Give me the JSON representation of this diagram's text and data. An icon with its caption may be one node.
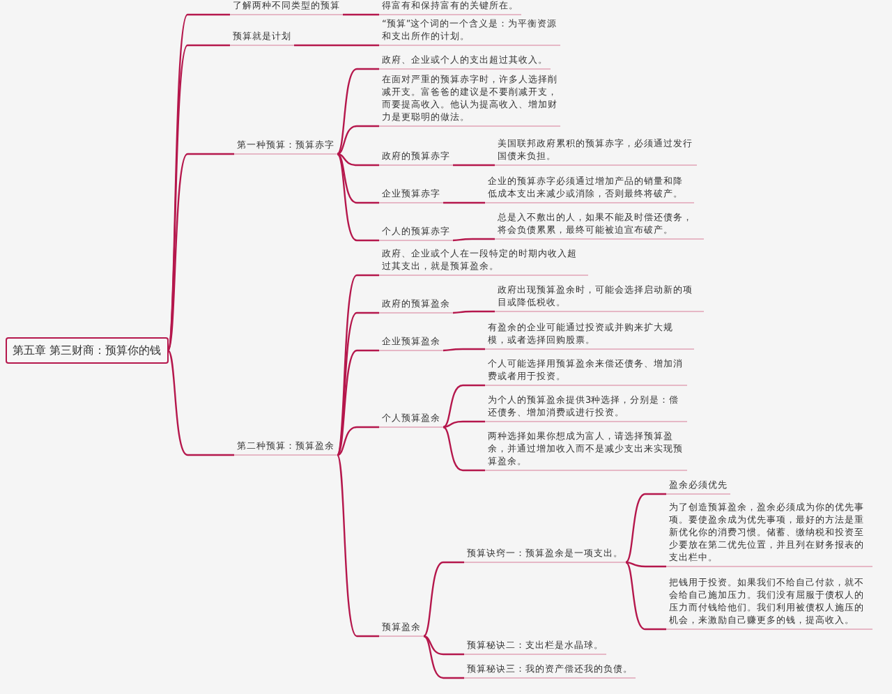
{
  "diagram": {
    "nodes": [
      {
        "text": [
          "第五章 第三财商：预算你的钱"
        ]
      },
      {
        "text": [
          "了解两种不同类型的预算"
        ]
      },
      {
        "text": [
          "得富有和保持富有的关键所在。"
        ]
      },
      {
        "text": [
          "预算就是计划"
        ]
      },
      {
        "text": [
          "“预算”这个词的一个含义是：为平衡资源和支出所作的计划。"
        ]
      },
      {
        "text": [
          "第一种预算：预算赤字"
        ]
      },
      {
        "text": [
          "政府、企业或个人的支出超过其收入。"
        ]
      },
      {
        "text": [
          "在面对严重的预算赤字时，许多人选择削减开支。富爸爸的建议是不要削减开支，而要提高收入。他认为提高收入、增加财力是更聪明的做法。"
        ]
      },
      {
        "text": [
          "政府的预算赤字"
        ]
      },
      {
        "text": [
          "美国联邦政府累积的预算赤字，必须通过发行国债来负担。"
        ]
      },
      {
        "text": [
          "企业预算赤字"
        ]
      },
      {
        "text": [
          "企业的预算赤字必须通过增加产品的销量和降低成本支出来减少或消除，否则最终将破产。"
        ]
      },
      {
        "text": [
          "个人的预算赤字"
        ]
      },
      {
        "text": [
          "总是入不敷出的人，如果不能及时偿还债务，将会负债累累，最终可能被迫宣布破产。"
        ]
      },
      {
        "text": [
          "第二种预算：预算盈余"
        ]
      },
      {
        "text": [
          "政府、企业或个人在一段特定的时期内收入超过其支出，就是预算盈余。"
        ]
      },
      {
        "text": [
          "政府的预算盈余"
        ]
      },
      {
        "text": [
          "政府出现预算盈余时，可能会选择启动新的项目或降低税收。"
        ]
      },
      {
        "text": [
          "企业预算盈余"
        ]
      },
      {
        "text": [
          "有盈余的企业可能通过投资或并购来扩大规模，或者选择回购股票。"
        ]
      },
      {
        "text": [
          "个人预算盈余"
        ]
      },
      {
        "text": [
          "个人可能选择用预算盈余来偿还债务、增加消费或者用于投资。"
        ]
      },
      {
        "text": [
          "为个人的预算盈余提供3种选择，分别是：偿还债务、增加消费或进行投资。"
        ]
      },
      {
        "text": [
          "两种选择如果你想成为富人，请选择预算盈余，并通过增加收入而不是减少支出来实现预算盈余。"
        ]
      },
      {
        "text": [
          "预算盈余"
        ]
      },
      {
        "text": [
          "预算诀窍一：预算盈余是一项支出。"
        ]
      },
      {
        "text": [
          "盈余必须优先"
        ]
      },
      {
        "text": [
          "为了创造预算盈余，盈余必须成为你的优先事项。要使盈余成为优先事项，最好的方法是重新优化你的消费习惯。储蓄、缴纳税和投资至少要放在第二优先位置，并且列在财务报表的支出栏中。"
        ]
      },
      {
        "text": [
          "把钱用于投资。如果我们不给自己付款，就不会给自己施加压力。我们没有屈服于债权人的压力而付钱给他们。我们利用被债权人施压的机会，来激励自己赚更多的钱，提高收入。"
        ]
      },
      {
        "text": [
          "预算秘诀二：支出栏是水晶球。"
        ]
      },
      {
        "text": [
          "预算秘诀三：我的资产偿还我的负债。"
        ]
      }
    ],
    "edges": [
      {
        "from": 0,
        "to": 1,
        "arrow": "none"
      },
      {
        "from": 0,
        "to": 3,
        "arrow": "none"
      },
      {
        "from": 0,
        "to": 5,
        "arrow": "none"
      },
      {
        "from": 0,
        "to": 14,
        "arrow": "none"
      },
      {
        "from": 1,
        "to": 2,
        "arrow": "none"
      },
      {
        "from": 3,
        "to": 4,
        "arrow": "none"
      },
      {
        "from": 5,
        "to": 6,
        "arrow": "none"
      },
      {
        "from": 5,
        "to": 7,
        "arrow": "none"
      },
      {
        "from": 5,
        "to": 8,
        "arrow": "none"
      },
      {
        "from": 5,
        "to": 10,
        "arrow": "none"
      },
      {
        "from": 5,
        "to": 12,
        "arrow": "none"
      },
      {
        "from": 8,
        "to": 9,
        "arrow": "none"
      },
      {
        "from": 10,
        "to": 11,
        "arrow": "none"
      },
      {
        "from": 12,
        "to": 13,
        "arrow": "none"
      },
      {
        "from": 14,
        "to": 15,
        "arrow": "none"
      },
      {
        "from": 14,
        "to": 16,
        "arrow": "none"
      },
      {
        "from": 14,
        "to": 18,
        "arrow": "none"
      },
      {
        "from": 14,
        "to": 20,
        "arrow": "none"
      },
      {
        "from": 14,
        "to": 24,
        "arrow": "none"
      },
      {
        "from": 16,
        "to": 17,
        "arrow": "none"
      },
      {
        "from": 18,
        "to": 19,
        "arrow": "none"
      },
      {
        "from": 20,
        "to": 21,
        "arrow": "none"
      },
      {
        "from": 20,
        "to": 22,
        "arrow": "none"
      },
      {
        "from": 20,
        "to": 23,
        "arrow": "none"
      },
      {
        "from": 24,
        "to": 25,
        "arrow": "none"
      },
      {
        "from": 24,
        "to": 29,
        "arrow": "none"
      },
      {
        "from": 24,
        "to": 30,
        "arrow": "none"
      },
      {
        "from": 25,
        "to": 26,
        "arrow": "none"
      },
      {
        "from": 25,
        "to": 27,
        "arrow": "none"
      },
      {
        "from": 25,
        "to": 28,
        "arrow": "none"
      }
    ]
  }
}
